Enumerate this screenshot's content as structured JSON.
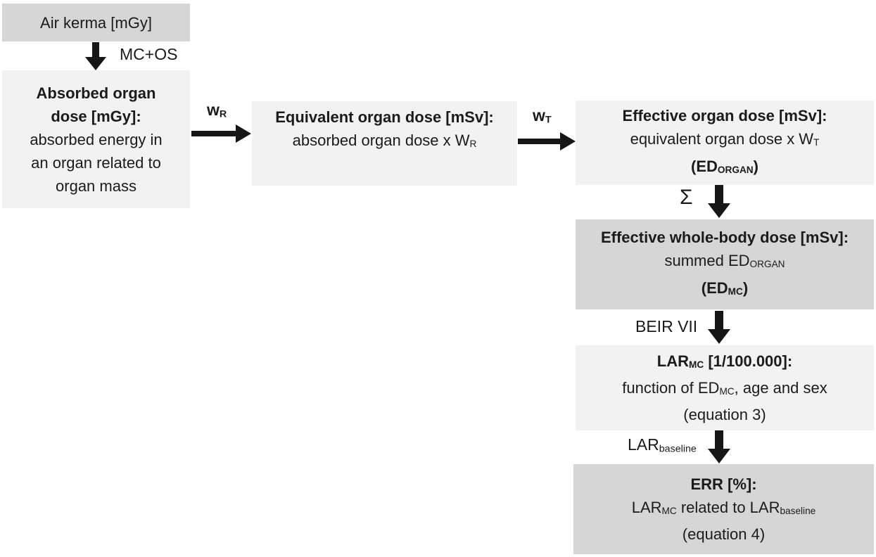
{
  "figure": {
    "type": "flow-diagram",
    "colors": {
      "box_dark": "#d6d6d6",
      "box_light": "#f2f2f2",
      "arrow": "#161616",
      "text": "#1b1b1b",
      "background": "#ffffff"
    }
  },
  "boxes": {
    "air_kerma": {
      "label": "Air kerma [mGy]"
    },
    "absorbed": {
      "title_line1": "Absorbed organ",
      "title_line2": "dose [mGy]:",
      "body_line1": "absorbed energy in",
      "body_line2": "an organ related to",
      "body_line3": "organ mass"
    },
    "equivalent": {
      "title": "Equivalent organ dose [mSv]:",
      "body_main": "absorbed organ dose x W",
      "body_sub": "R"
    },
    "effective_organ": {
      "title": "Effective organ dose [mSv]:",
      "body_main": "equivalent organ dose x W",
      "body_sub": "T",
      "tag_open": "(ED",
      "tag_sub": "ORGAN",
      "tag_close": ")"
    },
    "whole_body": {
      "title": "Effective whole-body dose [mSv]:",
      "body_main": "summed ED",
      "body_sub": "ORGAN",
      "tag_open": "(ED",
      "tag_sub": "MC",
      "tag_close": ")"
    },
    "lar_mc": {
      "title_main": "LAR",
      "title_sub": "MC",
      "title_rest": " [1/100.000]:",
      "body_main": "function of ED",
      "body_sub": "MC",
      "body_rest": ", age and sex",
      "note": "(equation 3)"
    },
    "err": {
      "title": "ERR [%]:",
      "body_a": "LAR",
      "body_a_sub": "MC",
      "body_b": " related to LAR",
      "body_b_sub": "baseline",
      "note": "(equation 4)"
    }
  },
  "arrow_labels": {
    "mc_os": "MC+OS",
    "wr_main": "w",
    "wr_sub": "R",
    "wt_main": "w",
    "wt_sub": "T",
    "sum": "Σ",
    "beir": "BEIR VII",
    "lar_baseline_main": "LAR",
    "lar_baseline_sub": "baseline"
  }
}
